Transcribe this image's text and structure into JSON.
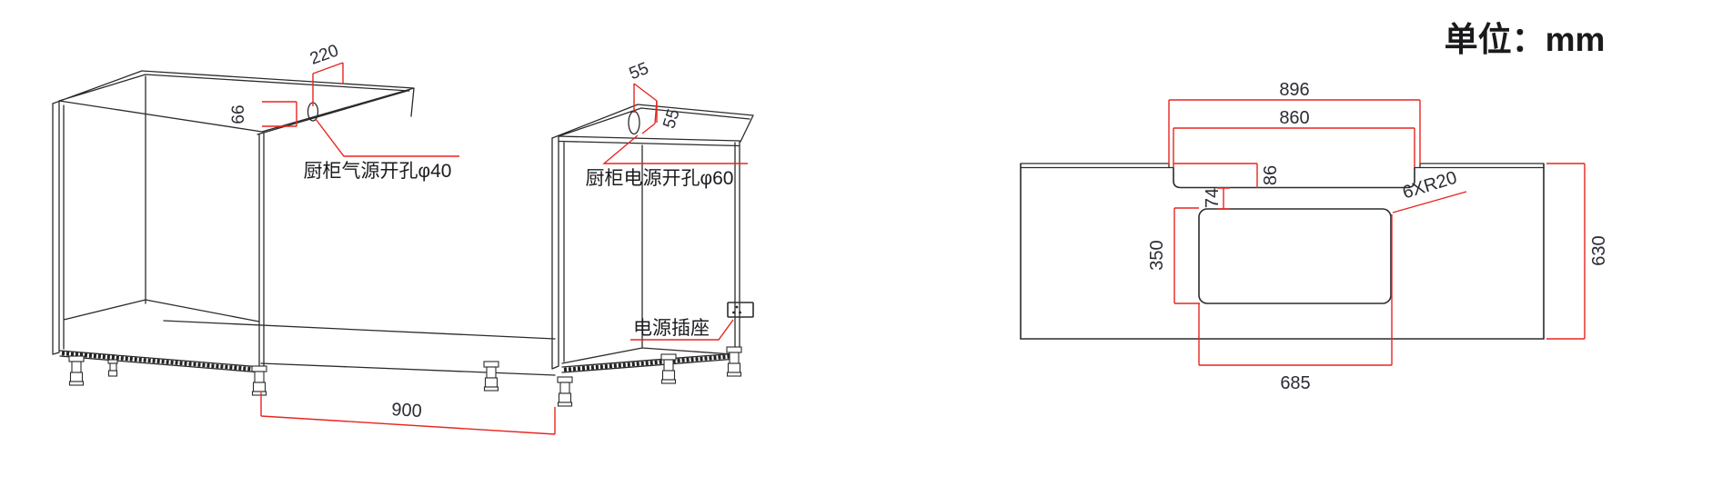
{
  "unit_label": "单位：mm",
  "colors": {
    "dimension_red": "#e8251f",
    "line_black": "#2b2b2b",
    "text_dark": "#2c2c36"
  },
  "left_view": {
    "gas_label": "厨柜气源开孔φ40",
    "power_label": "厨柜电源开孔φ60",
    "socket_label": "电源插座",
    "dim_gas_back": "220",
    "dim_gas_side": "66",
    "dim_power_back": "55",
    "dim_power_side": "55",
    "dim_gap": "900"
  },
  "right_view": {
    "dim_glass_width": "896",
    "dim_recess_width": "860",
    "dim_recess_depth": "86",
    "dim_offset": "74",
    "dim_cutout_height": "350",
    "dim_cutout_width": "685",
    "dim_counter_depth": "630",
    "corner_note": "6XR20"
  }
}
